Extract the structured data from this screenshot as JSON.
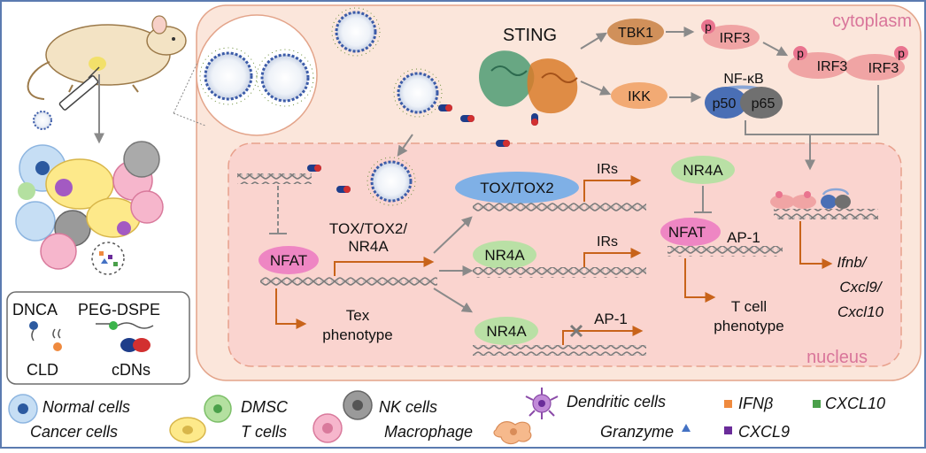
{
  "colors": {
    "frame_border": "#5b7bb0",
    "cell_panel": "#fbe6db",
    "cell_border": "#e3a48a",
    "nucleus_fill": "#fad4cf",
    "nucleus_border": "#e8a08c",
    "region_label": "#d9759a",
    "ifn_square": "#ef8a3e",
    "cxcl10_square": "#4aa04a",
    "cxcl9_square": "#6a2c9a",
    "granzyme_triangle": "#4472c4",
    "arrow_orange": "#c8631a",
    "arrow_gray": "#8a8a8a"
  },
  "region_labels": {
    "cytoplasm": "cytoplasm",
    "nucleus": "nucleus"
  },
  "pathway": {
    "sting": "STING",
    "tbk1": "TBK1",
    "ikk": "IKK",
    "p_mark": "p",
    "irf3": "IRF3",
    "nfkb": "NF-κB",
    "p50": "p50",
    "p65": "p65"
  },
  "nucleus": {
    "nfat_left": "NFAT",
    "tox_nr4a": [
      "TOX/TOX2/",
      "NR4A"
    ],
    "tex_phenotype": [
      "Tex",
      "phenotype"
    ],
    "tox_tox2": "TOX/TOX2",
    "irs_top": "IRs",
    "nr4a_middle": "NR4A",
    "irs_middle": "IRs",
    "nr4a_bottom": "NR4A",
    "ap1_bottom": "AP-1",
    "nr4a_right": "NR4A",
    "nfat_right": "NFAT",
    "ap1_right": "AP-1",
    "tcell_phenotype": [
      "T cell",
      "phenotype"
    ],
    "genes": [
      "Ifnb/",
      "Cxcl9/",
      "Cxcl10"
    ]
  },
  "components_box": {
    "dnca": "DNCA",
    "peg_dspe": "PEG-DSPE",
    "cld": "CLD",
    "cdns": "cDNs"
  },
  "legend": {
    "normal_cells": "Normal cells",
    "cancer_cells": "Cancer cells",
    "dmsc": "DMSC",
    "t_cells": "T cells",
    "nk_cells": "NK cells",
    "macrophage": "Macrophage",
    "dendritic_cells": "Dendritic cells",
    "granzyme": "Granzyme",
    "ifnb": "IFNβ",
    "cxcl10": "CXCL10",
    "cxcl9": "CXCL9"
  }
}
